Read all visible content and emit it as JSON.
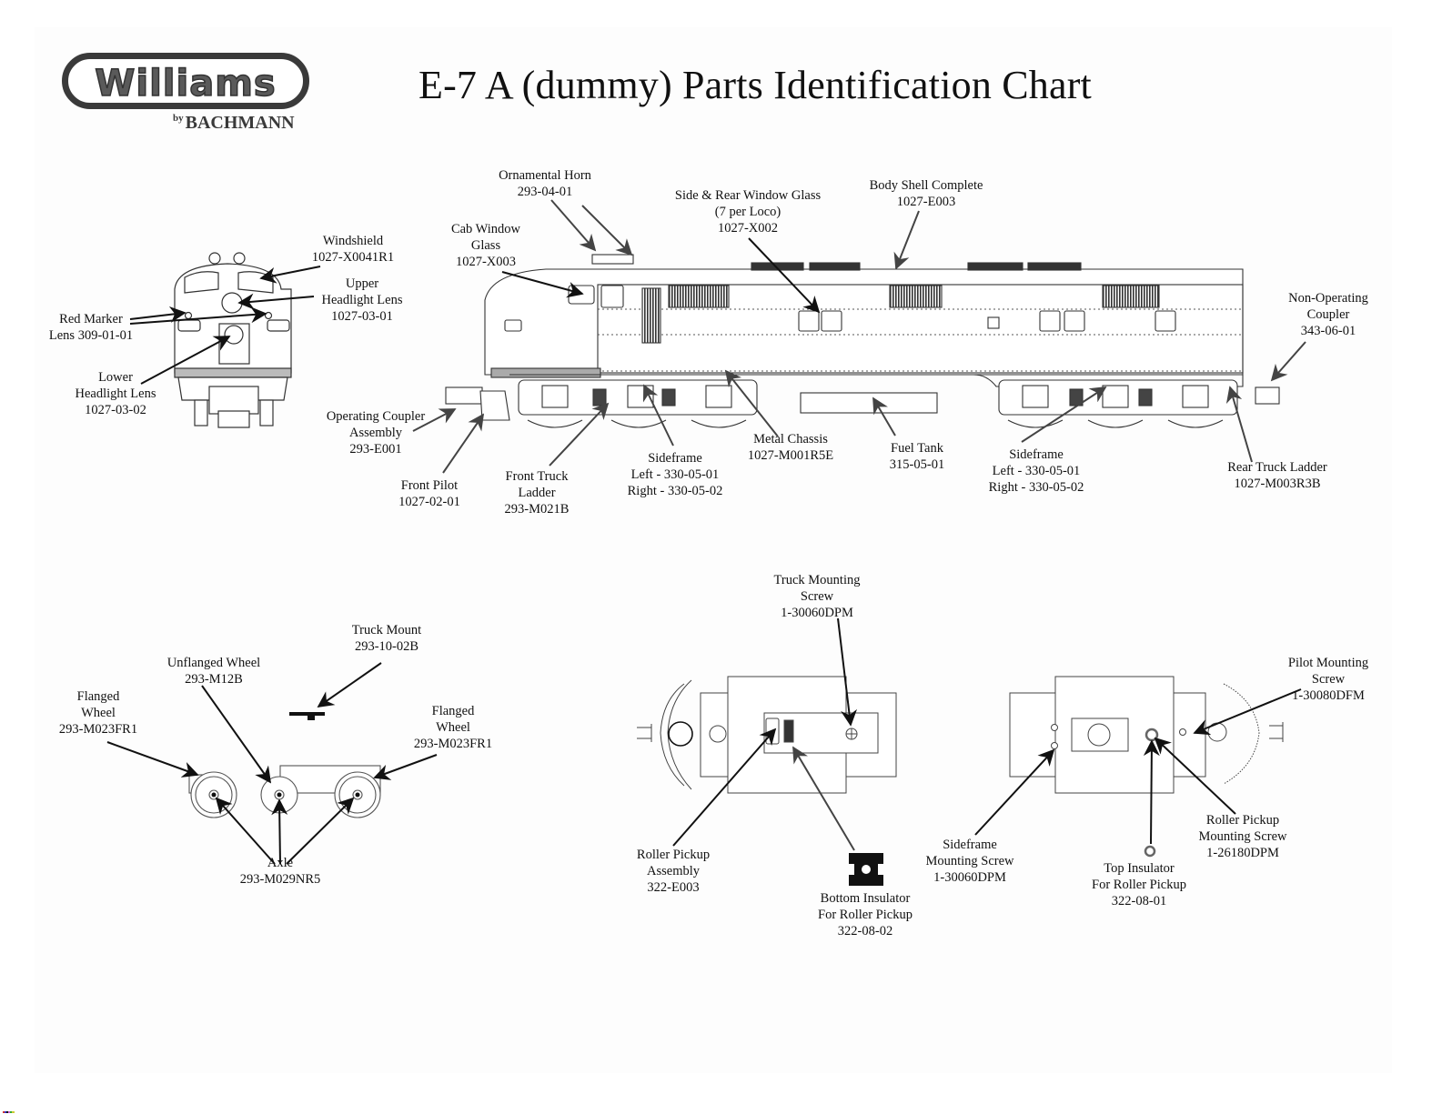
{
  "header": {
    "brand": "Williams",
    "brand_sub_prefix": "by",
    "brand_sub": "BACHMANN",
    "title": "E-7 A (dummy) Parts Identification Chart"
  },
  "front_view": {
    "windshield": {
      "name": "Windshield",
      "part": "1027-X0041R1"
    },
    "upper_headlight": {
      "name1": "Upper",
      "name2": "Headlight Lens",
      "part": "1027-03-01"
    },
    "red_marker": {
      "name1": "Red Marker",
      "name2": "Lens 309-01-01"
    },
    "lower_headlight": {
      "name1": "Lower",
      "name2": "Headlight Lens",
      "part": "1027-03-02"
    }
  },
  "side_view": {
    "ornamental_horn": {
      "name": "Ornamental Horn",
      "part": "293-04-01"
    },
    "cab_window_glass": {
      "name1": "Cab Window",
      "name2": "Glass",
      "part": "1027-X003"
    },
    "side_rear_window_glass": {
      "name": "Side & Rear Window Glass",
      "note": "(7 per Loco)",
      "part": "1027-X002"
    },
    "body_shell": {
      "name": "Body Shell Complete",
      "part": "1027-E003"
    },
    "non_operating_coupler": {
      "name1": "Non-Operating",
      "name2": "Coupler",
      "part": "343-06-01"
    },
    "operating_coupler": {
      "name1": "Operating Coupler",
      "name2": "Assembly",
      "part": "293-E001"
    },
    "front_pilot": {
      "name": "Front Pilot",
      "part": "1027-02-01"
    },
    "front_truck_ladder": {
      "name1": "Front Truck",
      "name2": "Ladder",
      "part": "293-M021B"
    },
    "sideframe_front": {
      "name": "Sideframe",
      "left": "Left - 330-05-01",
      "right": "Right - 330-05-02"
    },
    "metal_chassis": {
      "name": "Metal Chassis",
      "part": "1027-M001R5E"
    },
    "fuel_tank": {
      "name": "Fuel Tank",
      "part": "315-05-01"
    },
    "sideframe_rear": {
      "name": "Sideframe",
      "left": "Left - 330-05-01",
      "right": "Right - 330-05-02"
    },
    "rear_truck_ladder": {
      "name": "Rear Truck Ladder",
      "part": "1027-M003R3B"
    }
  },
  "truck_view": {
    "truck_mount": {
      "name": "Truck Mount",
      "part": "293-10-02B"
    },
    "unflanged_wheel": {
      "name": "Unflanged Wheel",
      "part": "293-M12B"
    },
    "flanged_wheel_left": {
      "name1": "Flanged",
      "name2": "Wheel",
      "part": "293-M023FR1"
    },
    "flanged_wheel_right": {
      "name1": "Flanged",
      "name2": "Wheel",
      "part": "293-M023FR1"
    },
    "axle": {
      "name": "Axle",
      "part": "293-M029NR5"
    }
  },
  "underside_view": {
    "truck_mounting_screw": {
      "name1": "Truck Mounting",
      "name2": "Screw",
      "part": "1-30060DPM"
    },
    "roller_pickup_assembly": {
      "name1": "Roller Pickup",
      "name2": "Assembly",
      "part": "322-E003"
    },
    "bottom_insulator": {
      "name1": "Bottom Insulator",
      "name2": "For Roller Pickup",
      "part": "322-08-02"
    },
    "sideframe_mounting_screw": {
      "name1": "Sideframe",
      "name2": "Mounting Screw",
      "part": "1-30060DPM"
    },
    "top_insulator": {
      "name1": "Top Insulator",
      "name2": "For Roller Pickup",
      "part": "322-08-01"
    },
    "roller_pickup_mounting_screw": {
      "name1": "Roller Pickup",
      "name2": "Mounting Screw",
      "part": "1-26180DPM"
    },
    "pilot_mounting_screw": {
      "name1": "Pilot Mounting",
      "name2": "Screw",
      "part": "1-30080DFM"
    }
  }
}
